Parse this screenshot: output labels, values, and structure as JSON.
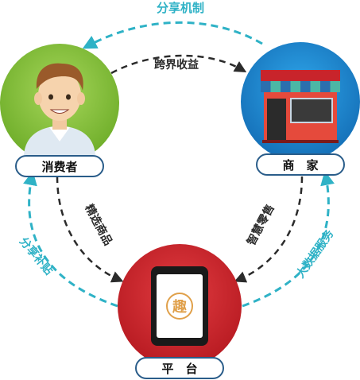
{
  "diagram": {
    "title": "分享机制",
    "nodes": {
      "consumer": "消费者",
      "merchant": "商　家",
      "platform": "平　台"
    },
    "edges": {
      "consumer_to_merchant": "跨界收益",
      "consumer_to_platform": "精选商品",
      "merchant_to_platform": "智慧零售",
      "platform_to_consumer": "分享补贴",
      "platform_to_merchant": "大数据服务"
    },
    "app_logo": "趣",
    "colors": {
      "consumer_circle": "#8cc63f",
      "merchant_circle": "#1f8fd6",
      "platform_circle": "#d7262e",
      "teal_arrow": "#2fb2c6",
      "dark_arrow": "#2b2b2b"
    }
  }
}
